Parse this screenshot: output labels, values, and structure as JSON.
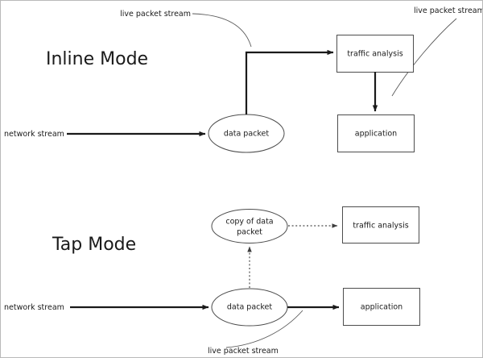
{
  "diagram": {
    "title_inline": "Inline Mode",
    "title_tap": "Tap Mode",
    "colors": {
      "background": "#ffffff",
      "frame": "#b9b9b9",
      "node_stroke": "#4d4d4d",
      "solid_arrow": "#1a1a1a",
      "dotted_arrow": "#4d4d4d",
      "leader_line": "#595959",
      "text": "#1a1a1a"
    },
    "inline_mode": {
      "title": "Inline Mode",
      "nodes": {
        "data_packet": "data packet",
        "traffic_analysis": "traffic analysis",
        "application": "application"
      },
      "labels": {
        "network_stream": "network stream",
        "live_packet_stream_left": "live packet stream",
        "live_packet_stream_right": "live packet stream"
      }
    },
    "tap_mode": {
      "title": "Tap Mode",
      "nodes": {
        "copy_of_data_packet_line1": "copy of data",
        "copy_of_data_packet_line2": "packet",
        "data_packet": "data packet",
        "traffic_analysis": "traffic analysis",
        "application": "application"
      },
      "labels": {
        "network_stream": "network stream",
        "live_packet_stream": "live packet stream"
      }
    }
  }
}
